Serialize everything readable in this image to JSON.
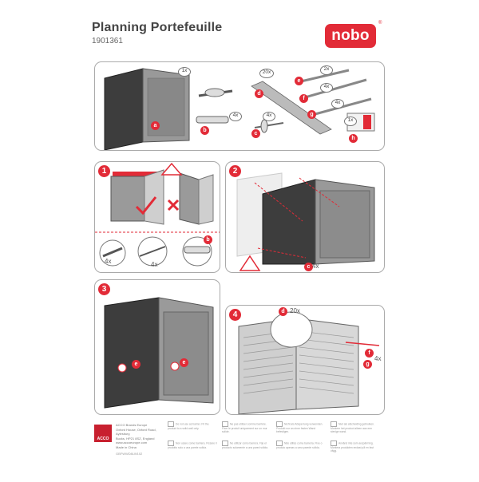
{
  "header": {
    "title": "Planning Portefeuille",
    "code": "1901361",
    "logo": "nobo",
    "registered": "®"
  },
  "colors": {
    "brand": "#e22b37",
    "board_dark": "#3d3d3d",
    "board_light": "#9a9a9a",
    "frame": "#cfcfcf"
  },
  "parts": {
    "a": {
      "label": "a",
      "qty": "1x"
    },
    "b": {
      "label": "b",
      "qty": "4x"
    },
    "c": {
      "label": "c",
      "qty": "4x"
    },
    "d": {
      "label": "d",
      "qty": "20x"
    },
    "e": {
      "label": "e",
      "qty": "2x"
    },
    "f": {
      "label": "f",
      "qty": "4x"
    },
    "g": {
      "label": "g",
      "qty": "4x"
    },
    "h": {
      "label": "h",
      "qty": "1x"
    }
  },
  "steps": {
    "s1": {
      "number": "1",
      "qty_left": "4x",
      "qty_right": "4x",
      "part": "b"
    },
    "s2": {
      "number": "2",
      "qty": "4x",
      "part": "c"
    },
    "s3": {
      "number": "3",
      "part": "e"
    },
    "s4": {
      "number": "4",
      "qty_d": "20x",
      "qty_fg": "4x",
      "part_d": "d",
      "part_f": "f",
      "part_g": "g"
    }
  },
  "footer": {
    "brand": "ACCO BRANDS",
    "address": [
      "ACCO Brands Europe",
      "Oxford House, Oxford Road, Aylesbury,",
      "Bucks, HP21 8SZ, England",
      "www.accoeurope.com",
      "Made in China"
    ],
    "doc_code": "GBFWWD8LW102",
    "warnings": [
      "Do not use as barrier. Fit the product to a solid wall only.",
      "Ne pas utiliser comme barrière. Fixer le produit uniquement sur un mur solide.",
      "Nicht als Absperrung verwenden. Produkt nur an einer festen Wand befestigen.",
      "Niet als afscheiding gebruiken. Monteer het product alleen aan een stevige wand.",
      "Non usare come barriera. Fissare il prodotto solo a una parete solida.",
      "No utilizar como barrera. Fije el producto solamente a una pared sólida.",
      "Não utilize como barreira. Fixe o produto apenas a uma parede sólida.",
      "Använd inte som avspärrning. Montera produkten endast på en fast vägg."
    ]
  }
}
